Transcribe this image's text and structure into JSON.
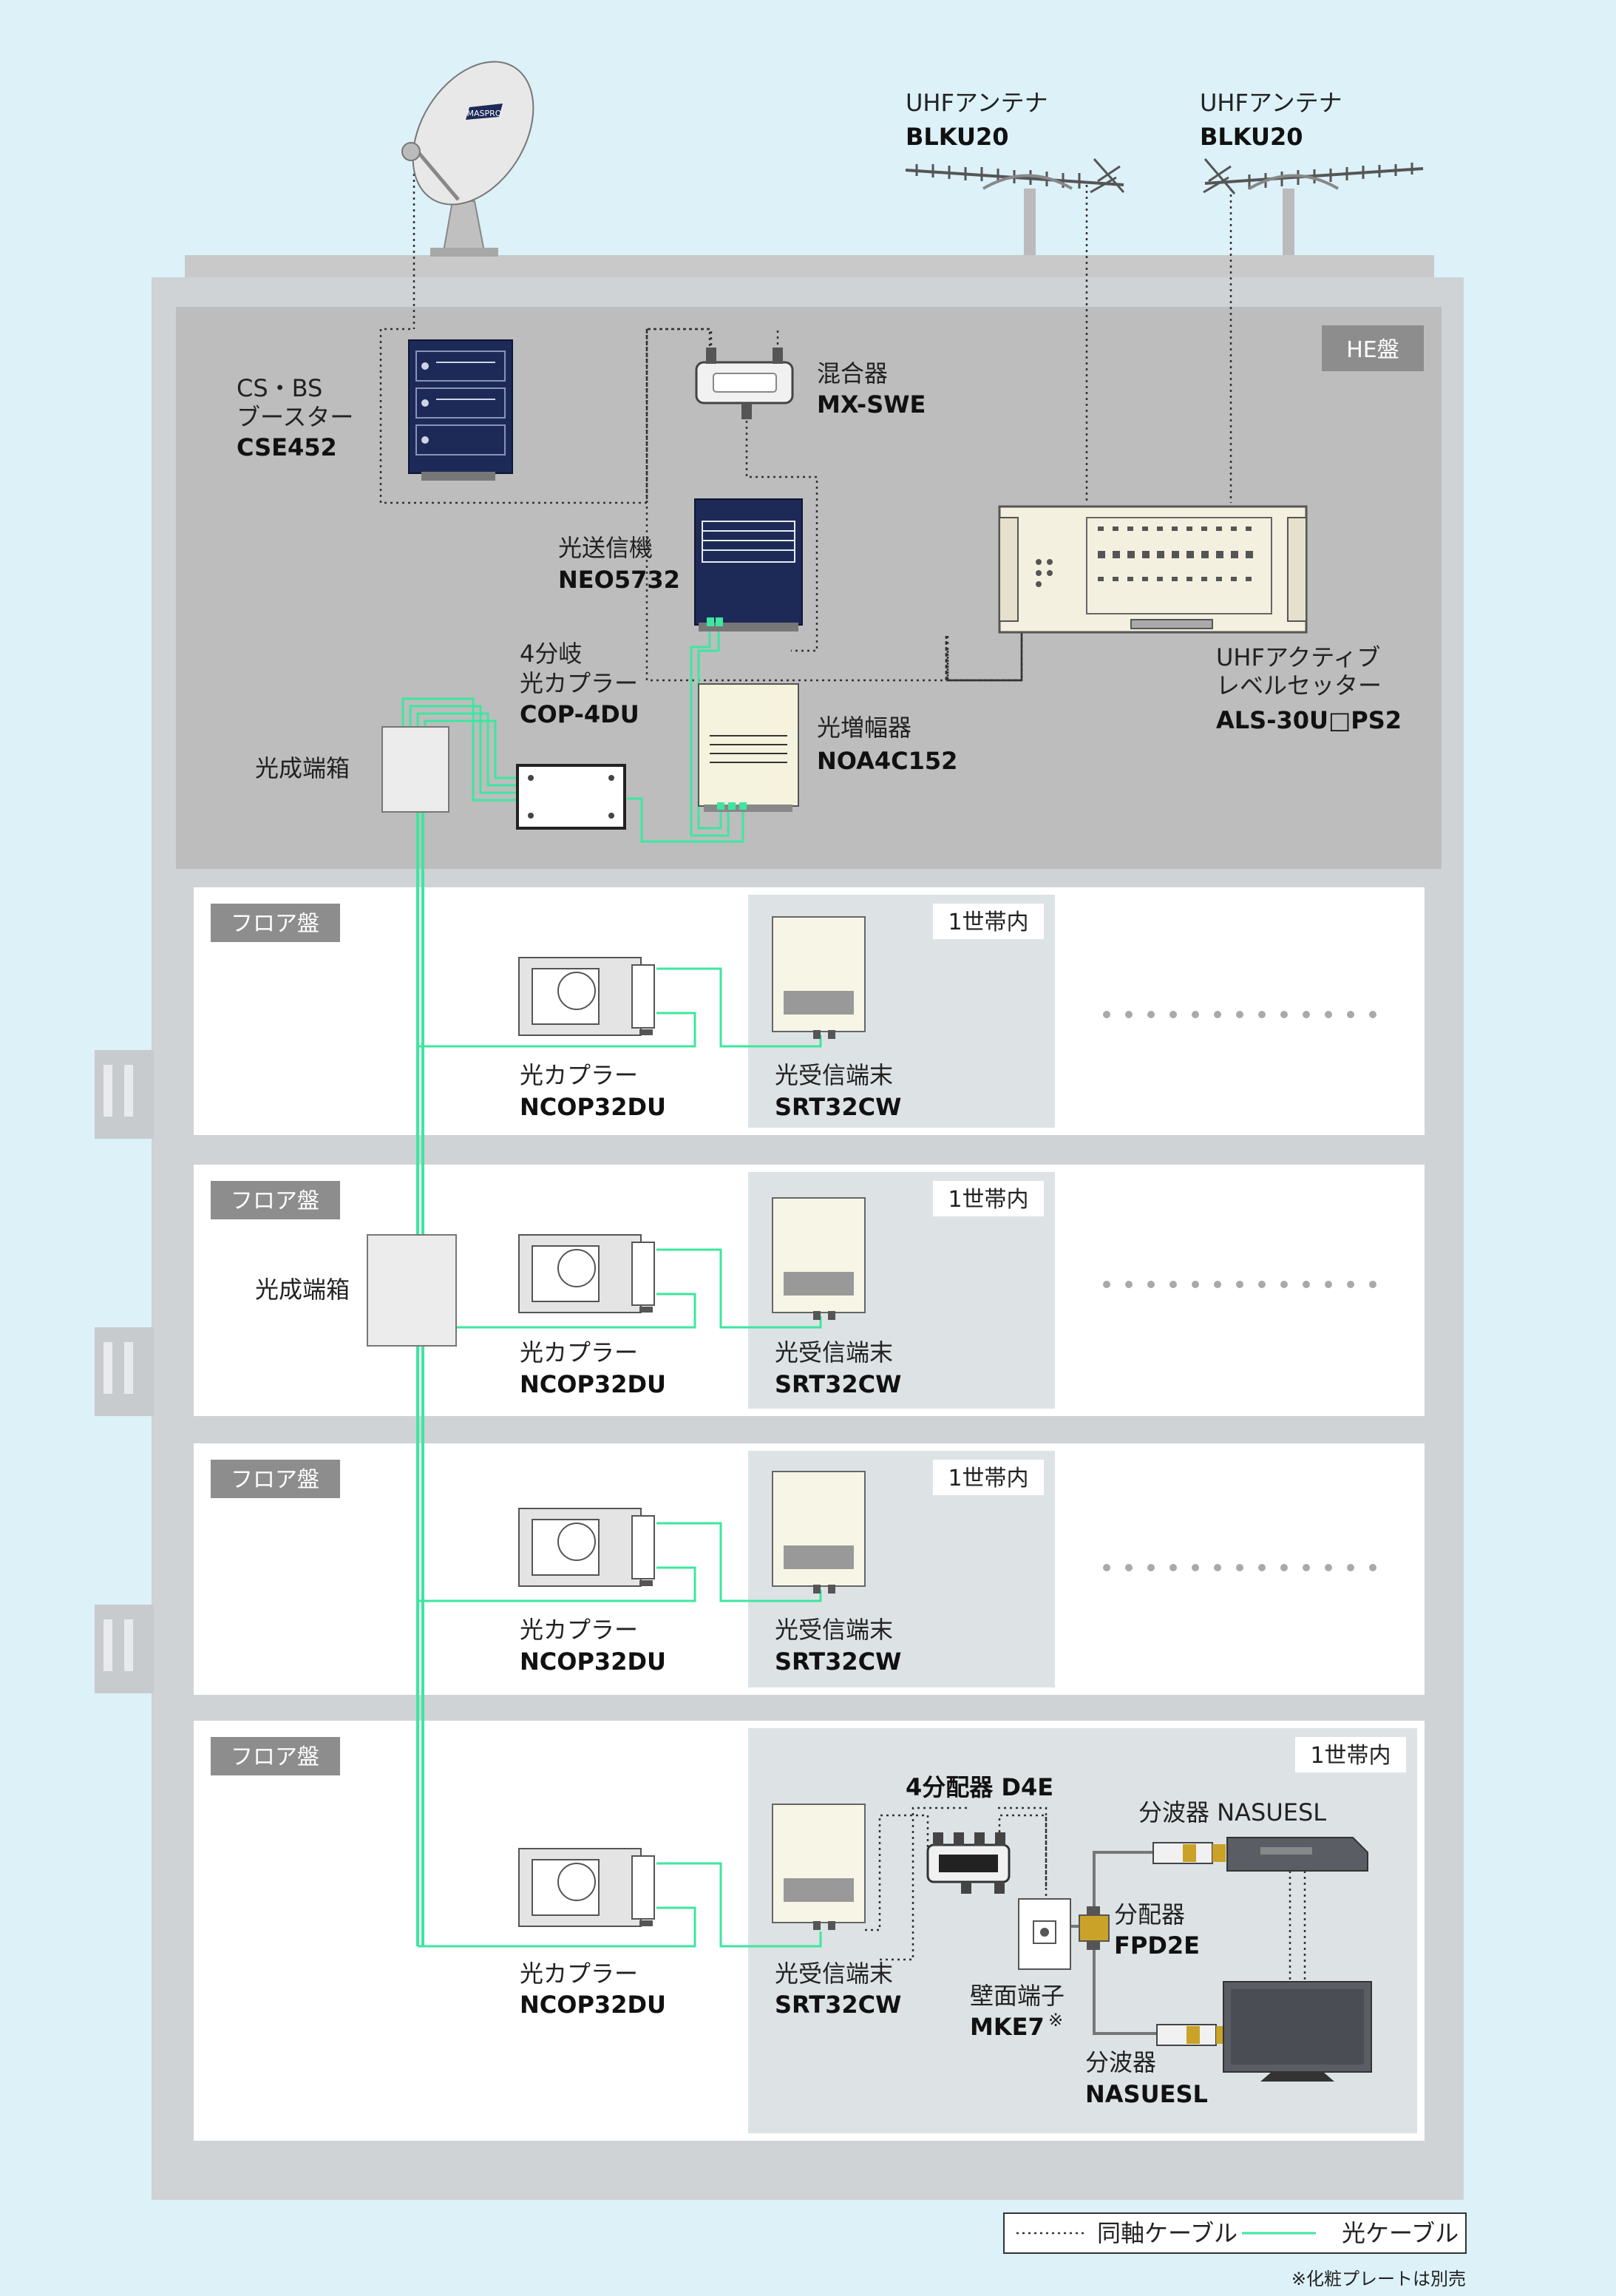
{
  "antennas": {
    "bs": {
      "logo": "MASPRO"
    },
    "uhf1": {
      "name": "UHFアンテナ",
      "model": "BLKU20"
    },
    "uhf2": {
      "name": "UHFアンテナ",
      "model": "BLKU20"
    }
  },
  "he_panel": {
    "label": "HE盤",
    "booster": {
      "line1": "CS・BS",
      "line2": "ブースター",
      "model": "CSE452"
    },
    "mixer": {
      "name": "混合器",
      "model": "MX-SWE"
    },
    "transmitter": {
      "name": "光送信機",
      "model": "NEO5732"
    },
    "coupler4": {
      "line1": "4分岐",
      "line2": "光カプラー",
      "model": "COP-4DU"
    },
    "amplifier": {
      "name": "光増幅器",
      "model": "NOA4C152"
    },
    "level_setter": {
      "line1": "UHFアクティブ",
      "line2": "レベルセッター",
      "model": "ALS-30U□PS2"
    },
    "terminal_box": "光成端箱"
  },
  "floors": [
    {
      "tag": "フロア盤",
      "household": "1世帯内",
      "coupler_name": "光カプラー",
      "coupler_model": "NCOP32DU",
      "receiver_name": "光受信端末",
      "receiver_model": "SRT32CW"
    },
    {
      "tag": "フロア盤",
      "household": "1世帯内",
      "coupler_name": "光カプラー",
      "coupler_model": "NCOP32DU",
      "receiver_name": "光受信端末",
      "receiver_model": "SRT32CW",
      "terminal_box": "光成端箱"
    },
    {
      "tag": "フロア盤",
      "household": "1世帯内",
      "coupler_name": "光カプラー",
      "coupler_model": "NCOP32DU",
      "receiver_name": "光受信端末",
      "receiver_model": "SRT32CW"
    },
    {
      "tag": "フロア盤",
      "household": "1世帯内",
      "coupler_name": "光カプラー",
      "coupler_model": "NCOP32DU",
      "receiver_name": "光受信端末",
      "receiver_model": "SRT32CW"
    }
  ],
  "household": {
    "splitter4": "4分配器 D4E",
    "demux_top": "分波器 NASUESL",
    "splitter2_name": "分配器",
    "splitter2_model": "FPD2E",
    "wall_name": "壁面端子",
    "wall_model": "MKE7",
    "wall_note": "※",
    "demux_bottom_name": "分波器",
    "demux_bottom_model": "NASUESL"
  },
  "legend": {
    "coax": "同軸ケーブル",
    "optical": "光ケーブル"
  },
  "footnote": "※化粧プレートは別売",
  "colors": {
    "optical": "#3ee6a0",
    "coax": "#333333",
    "device_navy": "#1d2a57",
    "panel_gray": "#bdbdbd",
    "tag_gray": "#8d8d8d"
  }
}
